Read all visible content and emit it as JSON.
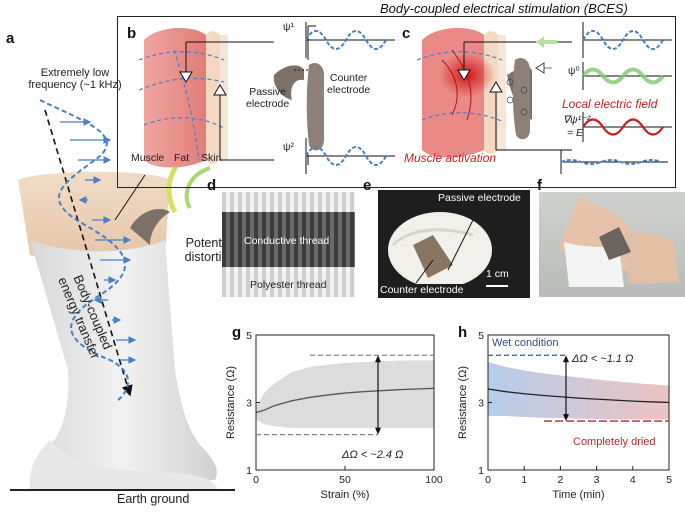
{
  "figure": {
    "title": "Body-coupled electrical stimulation (BCES)",
    "panels": {
      "a": {
        "letter": "a",
        "low_freq_label": "Extremely low\nfrequency (~1 kHz)",
        "transfer_label": "Body-coupled\nenergy transfer",
        "distortion_label": "Potential\ndistortion",
        "ground_label": "Earth ground"
      },
      "b": {
        "letter": "b",
        "psi1": "ψ¹",
        "psi2": "ψ²",
        "passive_label": "Passive\nelectrode",
        "counter_label": "Counter\nelectrode",
        "muscle": "Muscle",
        "fat": "Fat",
        "skin": "Skin"
      },
      "c": {
        "letter": "c",
        "psi0": "ψ⁰",
        "local_field": "Local electric field",
        "equation_line1": "∇ψ¹⁻²",
        "equation_line2": "= E",
        "activation": "Muscle activation"
      },
      "d": {
        "letter": "d",
        "conductive": "Conductive thread",
        "polyester": "Polyester thread"
      },
      "e": {
        "letter": "e",
        "passive": "Passive electrode",
        "counter": "Counter electrode",
        "scale": "1 cm"
      },
      "f": {
        "letter": "f"
      },
      "g": {
        "letter": "g",
        "annotation": "ΔΩ < ~2.4 Ω"
      },
      "h": {
        "letter": "h",
        "wet": "Wet condition",
        "dried": "Completely dried",
        "annotation": "ΔΩ < ~1.1 Ω"
      }
    },
    "colors": {
      "wave_blue": "#4a7fc8",
      "wave_green": "#7ec870",
      "wave_red": "#c8201a",
      "muscle": "#e88a8a",
      "electrode": "#8a7c70",
      "accent_red": "#c81e1e"
    }
  },
  "chart_data": [
    {
      "type": "line",
      "panel": "g",
      "xlabel": "Strain (%)",
      "ylabel": "Resistance (Ω)",
      "xlim": [
        0,
        100
      ],
      "ylim": [
        1,
        5
      ],
      "xticks": [
        "0",
        "50",
        "100"
      ],
      "yticks": [
        "1",
        "3",
        "5"
      ],
      "x": [
        0,
        5,
        10,
        20,
        30,
        40,
        50,
        60,
        70,
        80,
        90,
        100
      ],
      "series": [
        {
          "values": [
            2.7,
            2.78,
            2.9,
            3.05,
            3.15,
            3.22,
            3.28,
            3.32,
            3.35,
            3.38,
            3.4,
            3.42
          ]
        }
      ],
      "band_upper": [
        2.9,
        3.3,
        3.55,
        3.9,
        4.05,
        4.12,
        4.17,
        4.2,
        4.22,
        4.24,
        4.25,
        4.25
      ],
      "band_lower": [
        2.5,
        2.35,
        2.3,
        2.25,
        2.25,
        2.25,
        2.25,
        2.25,
        2.25,
        2.25,
        2.25,
        2.25
      ],
      "ref_upper": 4.4,
      "ref_lower": 2.05,
      "annotation": "ΔΩ < ~2.4 Ω"
    },
    {
      "type": "line",
      "panel": "h",
      "xlabel": "Time (min)",
      "ylabel": "Resistance (Ω)",
      "xlim": [
        0,
        5
      ],
      "ylim": [
        1,
        5
      ],
      "xticks": [
        "0",
        "1",
        "2",
        "3",
        "4",
        "5"
      ],
      "yticks": [
        "1",
        "3",
        "5"
      ],
      "x": [
        0,
        0.5,
        1,
        1.5,
        2,
        2.5,
        3,
        3.5,
        4,
        4.5,
        5
      ],
      "series": [
        {
          "values": [
            3.4,
            3.32,
            3.26,
            3.21,
            3.17,
            3.13,
            3.1,
            3.07,
            3.04,
            3.02,
            3.0
          ]
        }
      ],
      "band_upper": [
        4.2,
        4.05,
        3.95,
        3.87,
        3.8,
        3.74,
        3.68,
        3.63,
        3.58,
        3.54,
        3.5
      ],
      "band_lower": [
        2.6,
        2.6,
        2.57,
        2.55,
        2.54,
        2.52,
        2.51,
        2.5,
        2.5,
        2.5,
        2.5
      ],
      "ref_upper": 4.4,
      "ref_lower": 2.45,
      "annotation": "ΔΩ < ~1.1 Ω"
    }
  ]
}
